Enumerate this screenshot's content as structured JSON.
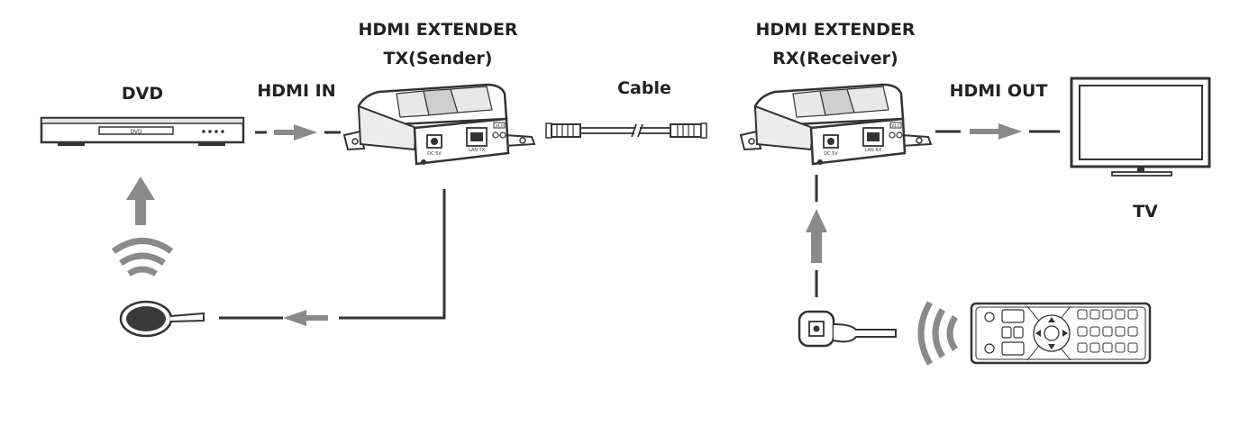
{
  "labels": {
    "dvd": "DVD",
    "hdmi_in": "HDMI IN",
    "tx_title": "HDMI EXTENDER",
    "tx_sub": "TX(Sender)",
    "cable": "Cable",
    "rx_title": "HDMI EXTENDER",
    "rx_sub": "RX(Receiver)",
    "hdmi_out": "HDMI OUT",
    "tv": "TV"
  },
  "device_text": {
    "dvd_tray": "DVD",
    "tx_dc": "DC 5V",
    "tx_lan": "LAN TX",
    "tx_ver": "V4.0",
    "rx_dc": "DC 5V",
    "rx_lan": "LAN RX",
    "rx_ver": "V4.0"
  },
  "colors": {
    "line": "#333333",
    "arrow": "#8a8a8a",
    "text": "#222222"
  }
}
